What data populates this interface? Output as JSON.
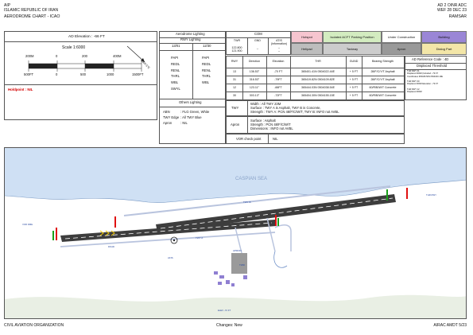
{
  "header": {
    "left_1": "AIP",
    "left_2": "ISLAMIC REPUBLIC OF IRAN",
    "right_1": "AD 2 OINR ADC",
    "right_2": "WEF 28 DEC 23",
    "chart_title": "AERODROME CHART - ICAO",
    "aerodrome_name": "RAMSAR"
  },
  "elevation_panel": {
    "elevation": "AD Elevation : -66 FT",
    "scale": "Scale 1:6000",
    "m_labels": [
      "200M",
      "0",
      "200",
      "400M"
    ],
    "ft_labels": [
      "500FT",
      "0",
      "500",
      "1000",
      "1500FT"
    ],
    "holdpoint": "Holdpoint : NIL",
    "var_label": "VAR 5°E"
  },
  "lighting": {
    "title": "Aerodrome Lighting",
    "rwy_title": "RWY Lighting",
    "rwy_ids": [
      "13/01",
      "12/30"
    ],
    "col_a": [
      "PAPI",
      "REDL",
      "RENL",
      "THRL",
      "WBL",
      "SWYL"
    ],
    "col_b": [
      "PAPI",
      "REDL",
      "RENL",
      "THRL",
      "WBL"
    ],
    "others_title": "Others Lighting",
    "abn_label": "ABN",
    "abn_value": ": FLG  Green, White",
    "twy_label": "TWY Edge",
    "twy_value": ": All TWY Blue",
    "apron_label": "Apron",
    "apron_value": ": NIL"
  },
  "com": {
    "title": "COM",
    "headers": [
      "TWR",
      "GND",
      "ATIS\n(information)"
    ],
    "values": [
      "122.800\n121.900",
      "--",
      "--\n--"
    ]
  },
  "legend": {
    "items": [
      "Hotspot",
      "Isolated ACFT Parking Position",
      "Under Construction",
      "Building",
      "Helipad",
      "Taxiway",
      "Apron",
      "Dialog Part"
    ],
    "colors": [
      "#f6c5cf",
      "#d3ecc0",
      "#ffffff",
      "#9a86d6",
      "#bdbdbd",
      "#cccccc",
      "#999999",
      "#f3e6a8"
    ]
  },
  "rwy_table": {
    "headers": [
      "RWY",
      "Direction",
      "Elevation",
      "THR",
      "GUND",
      "Bearing Strength"
    ],
    "rows": [
      [
        "13",
        "136.53°",
        "-70 FT",
        "365401.41N 0504022.44E",
        "+ 5 FT",
        "28/F/C/Y/T  Asphalt"
      ],
      [
        "31",
        "316.53°",
        "-79FT",
        "365419.82N 0504109.82E",
        "+ 5 FT",
        "28/F/C/Y/T  Asphalt"
      ],
      [
        "12",
        "123.11°",
        "-66FT",
        "365444.03N 0504038.54E",
        "+ 5 FT",
        "60/R/B/W/T Concrete"
      ],
      [
        "30",
        "303.13°",
        "-72FT",
        "365404.30N 0504155.15E",
        "+ 5 FT",
        "60/R/B/W/T Concrete"
      ]
    ],
    "ref_code_label": "AD Reference Code : 4D",
    "displaced_label": "Displaced Threshold",
    "displaced_notes": [
      "THR RWY 31\nDisplaced 300M (Included: -79 FT",
      "Coordinates 365408.56N 0504000.19E",
      "THR RWY 30\nDisplaced 300M Elevation: -79 FT",
      "THR RWY 12\nDisplaced 300M"
    ]
  },
  "twy": {
    "label": "TWY",
    "lines": [
      "Width      : All TWY 23M",
      "Surface  : TWY A is Asphalt, TWY B is Concrete,",
      "Strength : TWY A: PCN 48/F/C/W/T, TWY B: INFO not AVBL"
    ]
  },
  "apron": {
    "label": "Apron",
    "lines": [
      "Surface        : Asphalt",
      "Strength      : PCN 48/F/C/W/T",
      "Dimensions  : INFO not AVBL"
    ]
  },
  "vor": {
    "label": "VOR check point",
    "value": "NIL"
  },
  "map": {
    "sea_label": "CASPIAN SEA",
    "taxiway_labels": [
      "TWY B",
      "TWY A",
      "APRON",
      "TWR",
      "AFIS"
    ],
    "small_labels": [
      "VOR DME",
      "THR RWY",
      "ROAD",
      "ELEV -72 FT"
    ]
  },
  "footer": {
    "left": "CIVIL AVIATION ORGANIZATION",
    "center": "Changes: New",
    "right": "AIRAC AMDT 5/23"
  }
}
